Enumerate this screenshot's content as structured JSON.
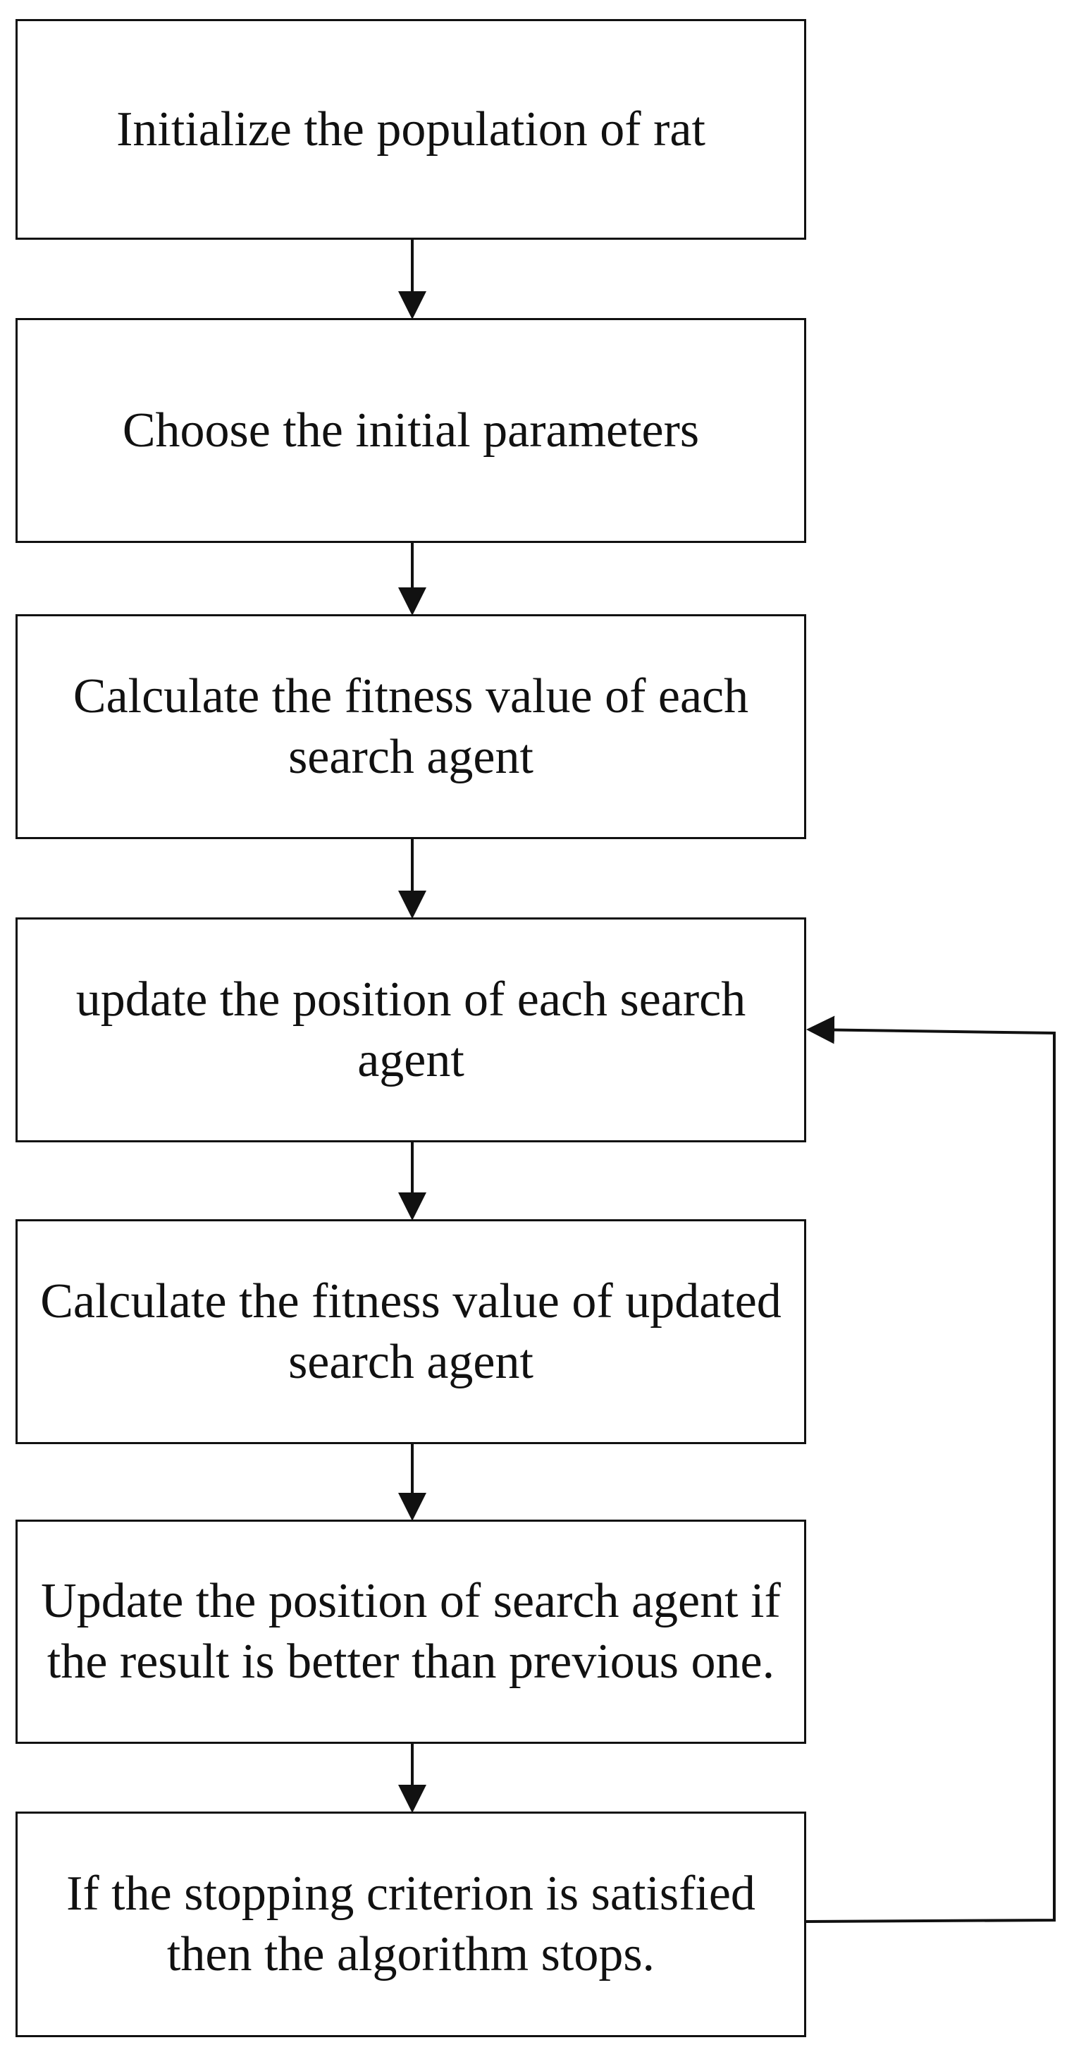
{
  "flowchart": {
    "steps": [
      {
        "label": "Initialize the population of rat"
      },
      {
        "label": "Choose the initial parameters"
      },
      {
        "label": "Calculate the fitness value of each search agent"
      },
      {
        "label": "update the position of each search agent"
      },
      {
        "label": "Calculate the fitness value of updated search agent"
      },
      {
        "label": "Update the position of search agent if the result is better than previous one."
      },
      {
        "label": "If the stopping criterion is satisfied then the algorithm stops."
      }
    ]
  },
  "colors": {
    "line": "#111111",
    "box_fill": "#ffffff",
    "background": "#ffffff"
  }
}
